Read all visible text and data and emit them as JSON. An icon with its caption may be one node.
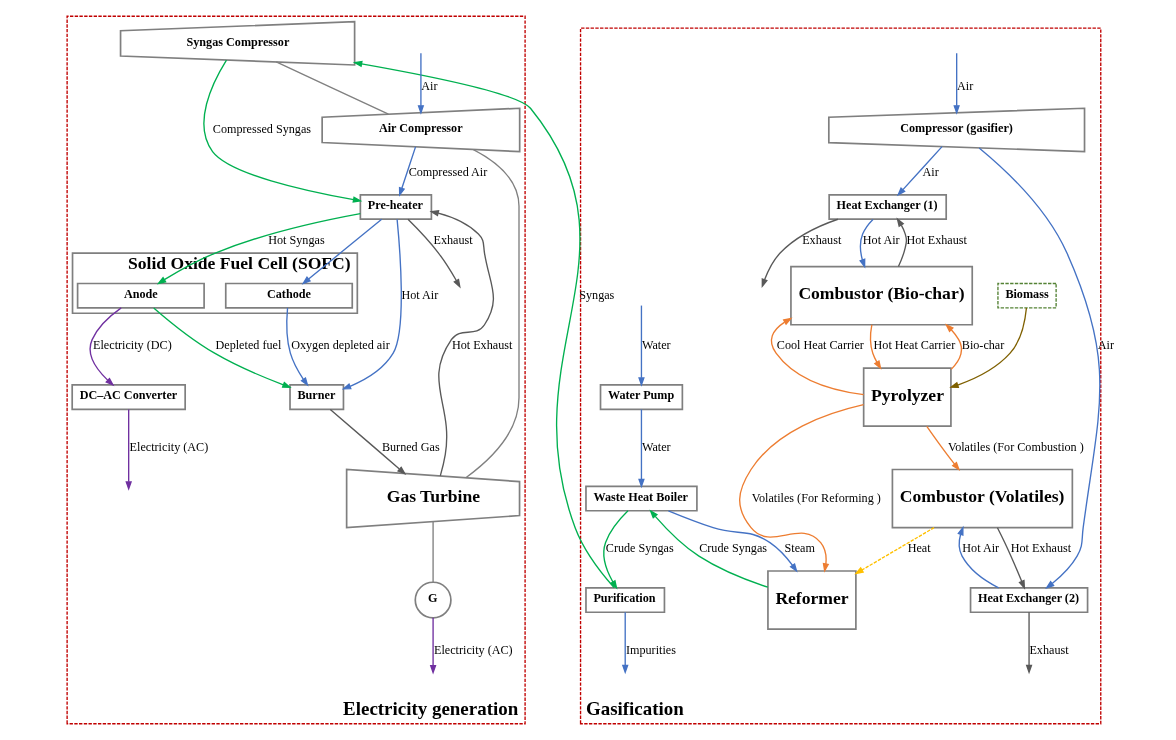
{
  "diagram": {
    "nodes": [
      {
        "text": [
          "Gasification"
        ]
      },
      {
        "text": [
          "Waste Heat Boiler"
        ],
        "in": 0
      },
      {
        "text": [
          "Heat Exchanger (2)"
        ],
        "in": 0
      },
      {
        "text": [
          "Purification"
        ],
        "in": 0
      },
      {
        "text": [
          "Reformer"
        ],
        "in": 0
      },
      {
        "text": [
          "Combustor (Volatiles)"
        ],
        "in": 0
      },
      {
        "text": [
          "Pyrolyzer"
        ],
        "in": 0
      },
      {
        "text": [
          "Combustor (Bio-char)"
        ],
        "in": 0
      },
      {
        "text": [
          "Biomass"
        ],
        "in": 0
      },
      {
        "text": [
          "Water Pump"
        ],
        "in": 0
      },
      {
        "text": [
          "Heat Exchanger (1)"
        ],
        "in": 0
      },
      {
        "text": [
          "Compressor (gasifier)"
        ],
        "in": 0
      },
      {
        "text": [
          "Electricity generation"
        ]
      },
      {
        "text": [
          "Pre-heater"
        ],
        "in": 12
      },
      {
        "text": [
          "Syngas Compressor"
        ],
        "in": 12
      },
      {
        "text": [
          "Air Compressor"
        ],
        "in": 12
      },
      {
        "text": [
          "Gas Turbine"
        ],
        "in": 12
      },
      {
        "text": [
          "G"
        ],
        "in": 12
      },
      {
        "text": [
          "Burner"
        ],
        "in": 12
      },
      {
        "text": [
          "DC–AC Converter"
        ],
        "in": 12
      },
      {
        "text": [
          "Solid Oxide Fuel Cell (SOFC)"
        ],
        "in": 12
      },
      {
        "text": [
          "Anode"
        ],
        "in": 20
      },
      {
        "text": [
          "Cathode"
        ],
        "in": 20
      }
    ],
    "edges": [
      {
        "from": 4,
        "to": 1,
        "arrow": "to",
        "label": "Crude Syngas",
        "color": "#00b050"
      },
      {
        "from": 1,
        "to": 3,
        "arrow": "to",
        "label": "Crude Syngas",
        "color": "#00b050"
      },
      {
        "from": 9,
        "to": 1,
        "arrow": "to",
        "label": "Water",
        "color": "#4472c4"
      },
      {
        "from": 1,
        "to": 4,
        "arrow": "to",
        "label": "Steam",
        "color": "#4472c4"
      },
      {
        "from": 5,
        "to": 4,
        "arrow": "to",
        "label": "Heat",
        "style": "dashed",
        "color": "#ffc000"
      },
      {
        "from": 5,
        "to": 2,
        "arrow": "to",
        "label": "Hot Exhaust",
        "color": "#595959"
      },
      {
        "from": 2,
        "to": null,
        "arrow": "to",
        "label": "Exhaust",
        "color": "#595959"
      },
      {
        "from": 11,
        "to": 2,
        "arrow": "to",
        "label": "Air",
        "color": "#4472c4"
      },
      {
        "from": 2,
        "to": 5,
        "arrow": "to",
        "label": "Hot Air",
        "color": "#4472c4"
      },
      {
        "from": 6,
        "to": 4,
        "arrow": "to",
        "label": "Volatiles (For Reforming )",
        "color": "#ed7d31"
      },
      {
        "from": 6,
        "to": 5,
        "arrow": "to",
        "label": "Volatiles (For Combustion )",
        "color": "#ed7d31"
      },
      {
        "from": 7,
        "to": 6,
        "arrow": "to",
        "label": "Hot Heat Carrier",
        "color": "#ed7d31"
      },
      {
        "from": 6,
        "to": 7,
        "arrow": "to",
        "label": "Bio-char",
        "color": "#ed7d31"
      },
      {
        "from": 6,
        "to": 7,
        "arrow": "to",
        "label": "Cool Heat Carrier",
        "color": "#ed7d31"
      },
      {
        "from": 8,
        "to": 6,
        "arrow": "to",
        "color": "#7f6000"
      },
      {
        "from": 7,
        "to": 10,
        "arrow": "to",
        "label": "Hot Exhaust",
        "color": "#595959"
      },
      {
        "from": 10,
        "to": 7,
        "arrow": "to",
        "label": "Hot Air",
        "color": "#4472c4"
      },
      {
        "from": 10,
        "to": null,
        "arrow": "to",
        "label": "Exhaust",
        "color": "#595959"
      },
      {
        "from": 11,
        "to": 10,
        "arrow": "to",
        "label": "Air",
        "color": "#4472c4"
      },
      {
        "from": null,
        "to": 11,
        "arrow": "to",
        "label": "Air",
        "color": "#4472c4"
      },
      {
        "from": null,
        "to": 9,
        "arrow": "to",
        "label": "Water",
        "color": "#4472c4"
      },
      {
        "from": 3,
        "to": null,
        "arrow": "to",
        "label": "Impurities",
        "color": "#4472c4"
      },
      {
        "from": 3,
        "to": 14,
        "arrow": "to",
        "label": "Syngas",
        "color": "#00b050"
      },
      {
        "from": 14,
        "to": 13,
        "arrow": "to",
        "label": "Compressed Syngas",
        "color": "#00b050"
      },
      {
        "from": 15,
        "to": 13,
        "arrow": "to",
        "label": "Compressed Air",
        "color": "#4472c4"
      },
      {
        "from": null,
        "to": 15,
        "arrow": "to",
        "label": "Air",
        "color": "#4472c4"
      },
      {
        "from": 14,
        "to": 15,
        "arrow": "none",
        "color": "#808080"
      },
      {
        "from": 15,
        "to": 16,
        "arrow": "none",
        "color": "#808080"
      },
      {
        "from": 16,
        "to": 17,
        "arrow": "none",
        "color": "#808080"
      },
      {
        "from": 16,
        "to": 13,
        "arrow": "to",
        "label": "Hot Exhaust",
        "color": "#595959"
      },
      {
        "from": 13,
        "to": null,
        "arrow": "to",
        "label": "Exhaust",
        "color": "#595959"
      },
      {
        "from": 17,
        "to": null,
        "arrow": "to",
        "label": "Electricity (AC)",
        "color": "#7030a0"
      },
      {
        "from": 13,
        "to": 21,
        "arrow": "to",
        "label": "Hot Syngas",
        "color": "#00b050"
      },
      {
        "from": 13,
        "to": 18,
        "arrow": "to",
        "label": "Hot Air",
        "color": "#4472c4"
      },
      {
        "from": 13,
        "to": 22,
        "arrow": "to",
        "color": "#4472c4"
      },
      {
        "from": 18,
        "to": 16,
        "arrow": "to",
        "label": "Burned Gas",
        "color": "#595959"
      },
      {
        "from": 22,
        "to": 18,
        "arrow": "to",
        "label": "Oxygen depleted air",
        "color": "#4472c4"
      },
      {
        "from": 21,
        "to": 18,
        "arrow": "to",
        "label": "Depleted fuel",
        "color": "#00b050"
      },
      {
        "from": 21,
        "to": 19,
        "arrow": "to",
        "label": "Electricity (DC)",
        "color": "#7030a0"
      },
      {
        "from": 19,
        "to": null,
        "arrow": "to",
        "label": "Electricity (AC)",
        "color": "#7030a0"
      }
    ]
  }
}
